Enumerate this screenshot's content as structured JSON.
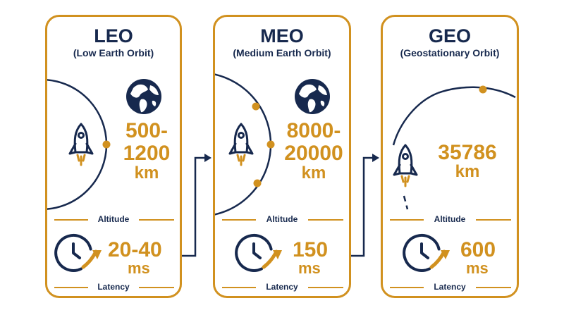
{
  "leo": {
    "title": "LEO",
    "subtitle": "(Low Earth Orbit)",
    "altitude_line1": "500-",
    "altitude_line2": "1200",
    "altitude_unit": "km",
    "altitude_label": "Altitude",
    "latency_value": "20-40",
    "latency_unit": "ms",
    "latency_label": "Latency"
  },
  "meo": {
    "title": "MEO",
    "subtitle": "(Medium Earth Orbit)",
    "altitude_line1": "8000-",
    "altitude_line2": "20000",
    "altitude_unit": "km",
    "altitude_label": "Altitude",
    "latency_value": "150",
    "latency_unit": "ms",
    "latency_label": "Latency"
  },
  "geo": {
    "title": "GEO",
    "subtitle": "(Geostationary Orbit)",
    "altitude_line1": "35786",
    "altitude_unit": "km",
    "altitude_label": "Altitude",
    "latency_value": "600",
    "latency_unit": "ms",
    "latency_label": "Latency"
  },
  "colors": {
    "navy": "#17294e",
    "gold": "#d1911f"
  },
  "icons": [
    "globe-icon",
    "rocket-icon",
    "clock-icon",
    "arrow-icon"
  ]
}
